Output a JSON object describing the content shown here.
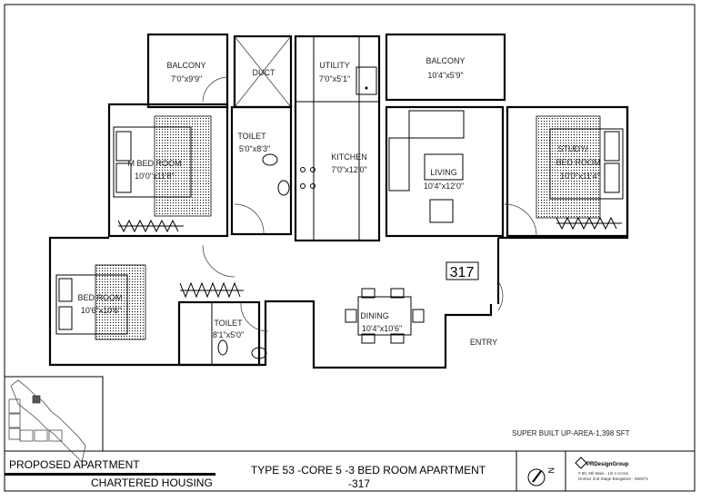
{
  "rooms": {
    "balcony_left": {
      "name": "BALCONY",
      "size": "7'0\"x9'9\""
    },
    "duct": {
      "name": "DUCT"
    },
    "utility": {
      "name": "UTILITY",
      "size": "7'0\"x5'1\""
    },
    "balcony_right": {
      "name": "BALCONY",
      "size": "10'4\"x5'9\""
    },
    "toilet_1": {
      "name": "TOILET",
      "size": "5'0\"x8'3\""
    },
    "master_bedroom": {
      "name": "M BED ROOM",
      "size": "10'0\"x11'8\""
    },
    "kitchen": {
      "name": "KITCHEN",
      "size": "7'0\"x12'0\""
    },
    "living": {
      "name": "LIVING",
      "size": "10'4\"x12'0\""
    },
    "study": {
      "name_line1": "STUDY/",
      "name_line2": "BED ROOM",
      "size": "10'0\"x11'4\""
    },
    "bedroom": {
      "name": "BED ROOM",
      "size": "10'6\"x10'6\""
    },
    "toilet_2": {
      "name": "TOILET",
      "size": "8'1\"x5'0\""
    },
    "dining": {
      "name": "DINING",
      "size": "10'4\"x10'6\""
    },
    "entry": {
      "name": "ENTRY"
    }
  },
  "unit_number": "317",
  "area_note": "SUPER BUILT UP-AREA-1,398 SFT",
  "title_block": {
    "project": "PROPOSED  APARTMENT",
    "client": "CHARTERED HOUSING",
    "drawing_title_line1": "TYPE 53 -CORE 5 -3 BED ROOM APARTMENT",
    "drawing_title_line2": "-317",
    "north_label": "N",
    "firm_name": "PRDesignGroup",
    "firm_address_line1": "# 80, 5th Main , 1st A Cross",
    "firm_address_line2": "Domlur 2nd Stage Bangalore - 560071"
  }
}
